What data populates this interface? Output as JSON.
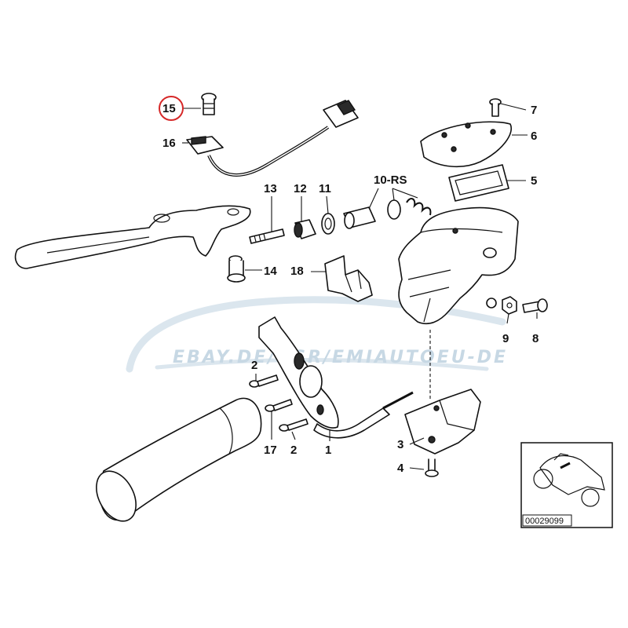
{
  "watermark": {
    "text": "EBAY.DE/USR/EMIAUTOEU-DE"
  },
  "callouts": {
    "c1": "1",
    "c2a": "2",
    "c2b": "2",
    "c3": "3",
    "c4": "4",
    "c5": "5",
    "c6": "6",
    "c7": "7",
    "c8": "8",
    "c9": "9",
    "c10": "10-RS",
    "c11": "11",
    "c12": "12",
    "c13": "13",
    "c14": "14",
    "c15": "15",
    "c16": "16",
    "c17": "17",
    "c18": "18"
  },
  "highlight": {
    "part": "15",
    "color": "#d62828"
  },
  "inset": {
    "doc_id": "00029099"
  }
}
